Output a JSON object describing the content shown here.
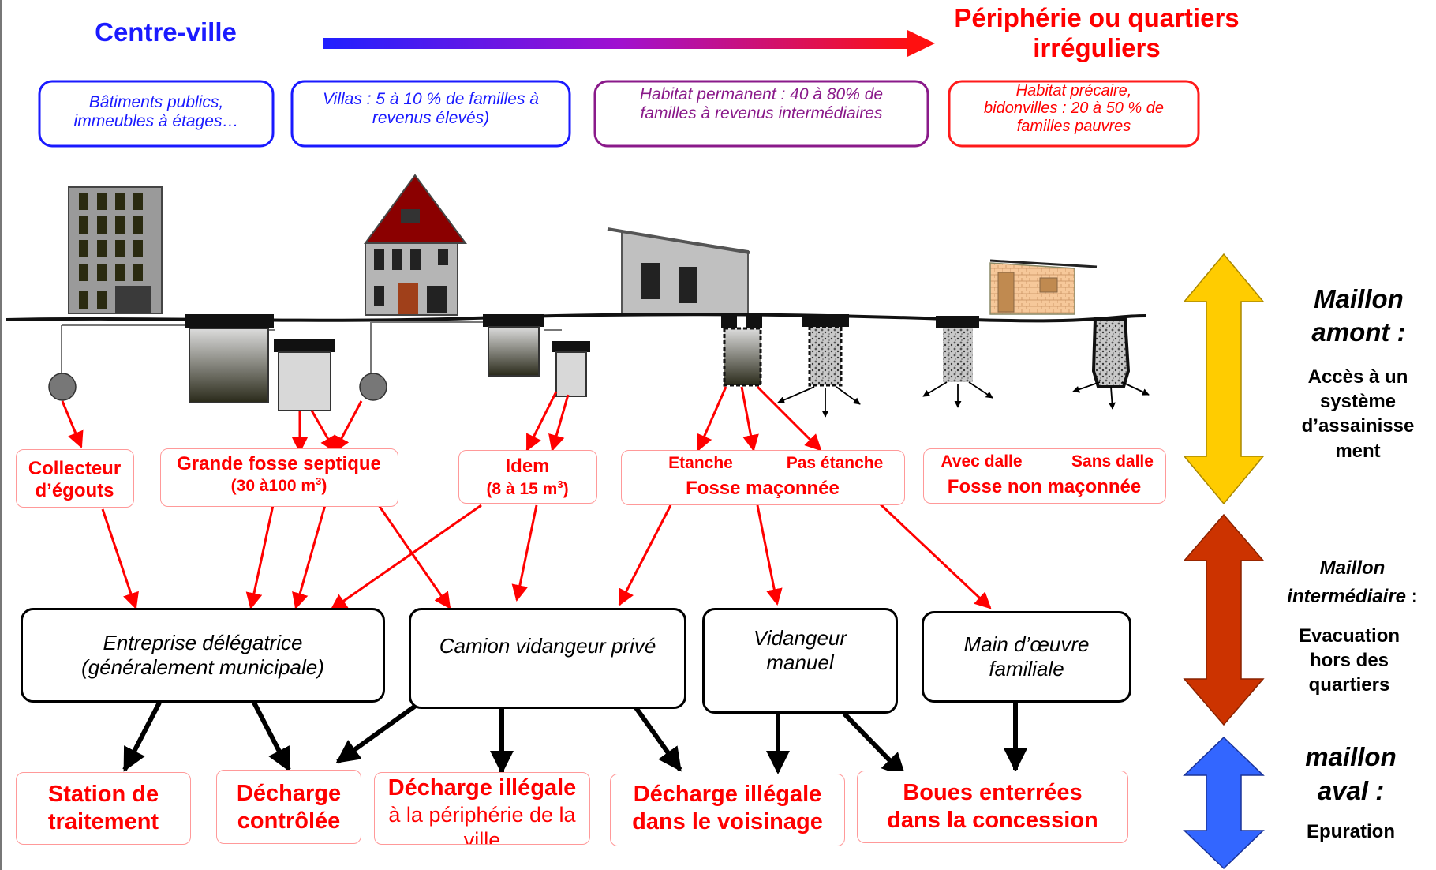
{
  "header": {
    "centre": "Centre-ville",
    "periph_1": "Périphérie ou quartiers",
    "periph_2": "irréguliers"
  },
  "zones": {
    "z1_l1": "Bâtiments publics,",
    "z1_l2": "immeubles à étages…",
    "z2_l1": "Villas : 5 à 10 % de familles à",
    "z2_l2": "revenus élevés)",
    "z3_l1": "Habitat permanent : 40 à 80% de",
    "z3_l2": "familles à revenus intermédiaires",
    "z4_l1": "Habitat précaire,",
    "z4_l2": "bidonvilles : 20 à 50 % de",
    "z4_l3": "familles pauvres"
  },
  "systems": {
    "collecteur_1": "Collecteur",
    "collecteur_2": "d’égouts",
    "grande_fosse": "Grande fosse septique",
    "grande_fosse_vol": "(30 à100 m",
    "idem": "Idem",
    "idem_vol": "(8 à 15 m",
    "cube": "3",
    "close_paren": ")",
    "etanche": "Etanche",
    "pas_etanche": "Pas étanche",
    "fosse_maconnee": "Fosse maçonnée",
    "avec_dalle": "Avec dalle",
    "sans_dalle": "Sans dalle",
    "fosse_non_maconnee": "Fosse non maçonnée"
  },
  "operators": {
    "entreprise_1": "Entreprise délégatrice",
    "entreprise_2": "(généralement municipale)",
    "camion": "Camion vidangeur privé",
    "vidangeur_1": "Vidangeur",
    "vidangeur_2": "manuel",
    "main_1": "Main d’œuvre",
    "main_2": "familiale"
  },
  "destinations": {
    "station_1": "Station de",
    "station_2": "traitement",
    "decharge_c_1": "Décharge",
    "decharge_c_2": "contrôlée",
    "illegale_p_1": "Décharge illégale",
    "illegale_p_2": "à la périphérie de la",
    "illegale_p_3": "ville",
    "illegale_v_1": "Décharge illégale",
    "illegale_v_2": "dans le voisinage",
    "boues_1": "Boues enterrées",
    "boues_2": "dans la concession"
  },
  "links": {
    "amont_1": "Maillon",
    "amont_2": "amont :",
    "amont_d1": "Accès à un",
    "amont_d2": "système",
    "amont_d3": "d’assainisse",
    "amont_d4": "ment",
    "inter_1": "Maillon",
    "inter_2": "intermédiaire",
    "inter_colon": ":",
    "inter_d1": "Evacuation",
    "inter_d2": "hors des",
    "inter_d3": "quartiers",
    "aval_1": "maillon",
    "aval_2": "aval :",
    "aval_d1": "Epuration"
  },
  "colors": {
    "blue": "#1a1aff",
    "red": "#ff0000",
    "purple": "#8a1a8a",
    "amont_arrow": "#ffcc00",
    "inter_arrow": "#cc3300",
    "aval_arrow": "#3366ff"
  }
}
